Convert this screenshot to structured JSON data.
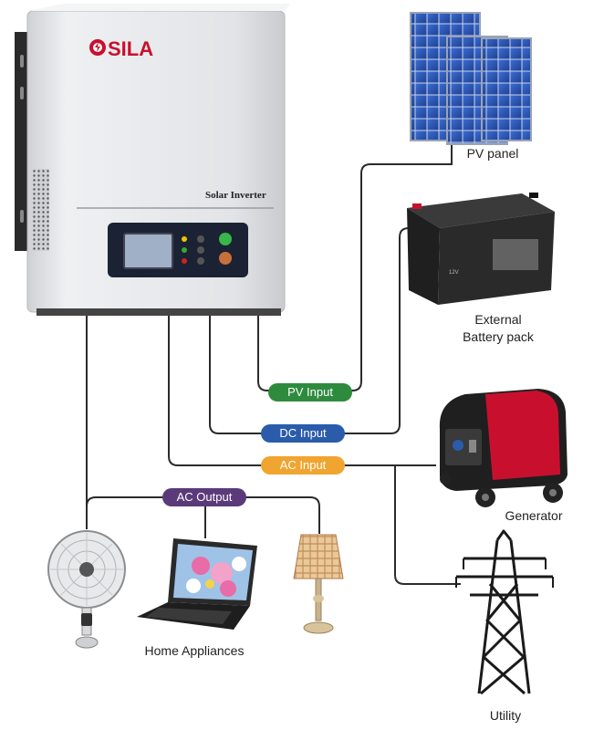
{
  "inverter": {
    "brand": "SILA",
    "model_label": "Solar Inverter"
  },
  "components": {
    "pv_panel": "PV panel",
    "battery": "External\nBattery pack",
    "battery_line1": "External",
    "battery_line2": "Battery pack",
    "generator": "Generator",
    "utility": "Utility",
    "appliances": "Home Appliances"
  },
  "connections": {
    "pv_input": {
      "label": "PV Input",
      "color": "#2e8b3e"
    },
    "dc_input": {
      "label": "DC Input",
      "color": "#2a5cab"
    },
    "ac_input": {
      "label": "AC Input",
      "color": "#f0a530"
    },
    "ac_output": {
      "label": "AC Output",
      "color": "#5b3a7a"
    }
  },
  "colors": {
    "wire": "#2b2b2b",
    "inverter_body": "#e3e4e6",
    "panel_cell": "#2d5bbf",
    "generator_red": "#c8102e"
  }
}
